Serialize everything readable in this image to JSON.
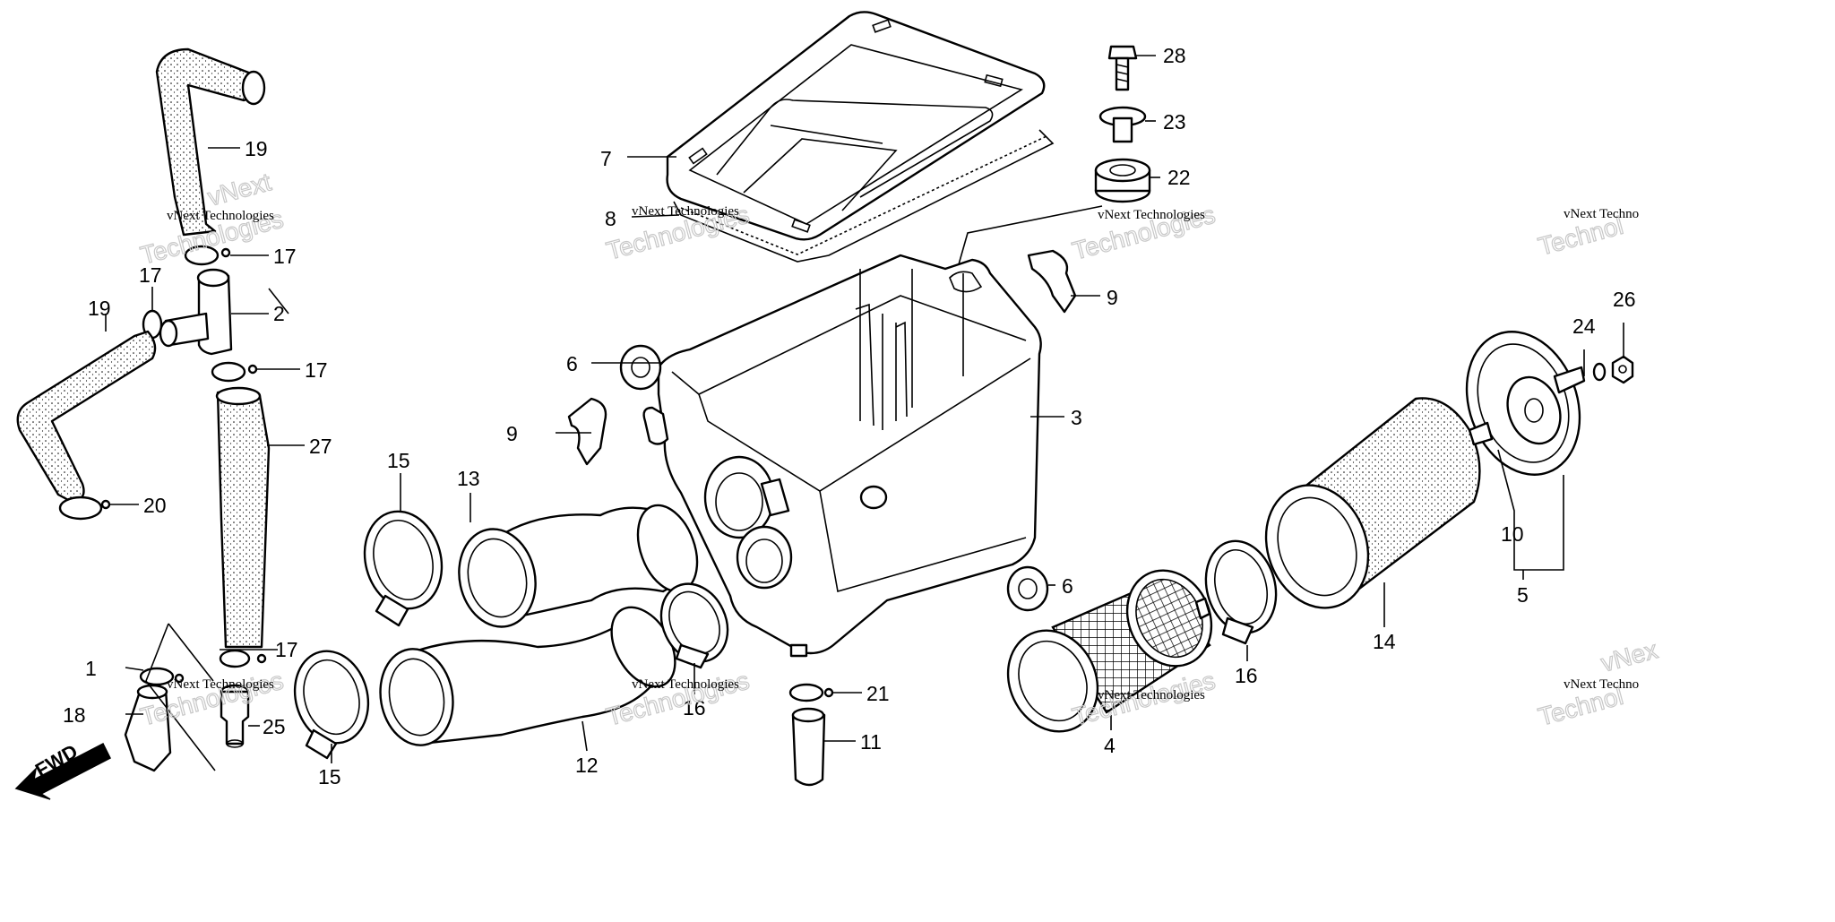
{
  "diagram": {
    "callouts": [
      "28",
      "23",
      "22",
      "7",
      "8",
      "9",
      "9",
      "6",
      "6",
      "3",
      "19",
      "19",
      "17",
      "17",
      "17",
      "17",
      "2",
      "20",
      "27",
      "15",
      "15",
      "13",
      "12",
      "16",
      "16",
      "21",
      "11",
      "1",
      "18",
      "25",
      "4",
      "14",
      "10",
      "5",
      "24",
      "26"
    ],
    "watermark": {
      "line1": "vNext Technologies",
      "line2": "Technologies",
      "line3": "vNext",
      "partial1": "vNext Techno",
      "partial2": "Technol",
      "partial3": "vNex"
    },
    "direction_label": "FWD"
  }
}
